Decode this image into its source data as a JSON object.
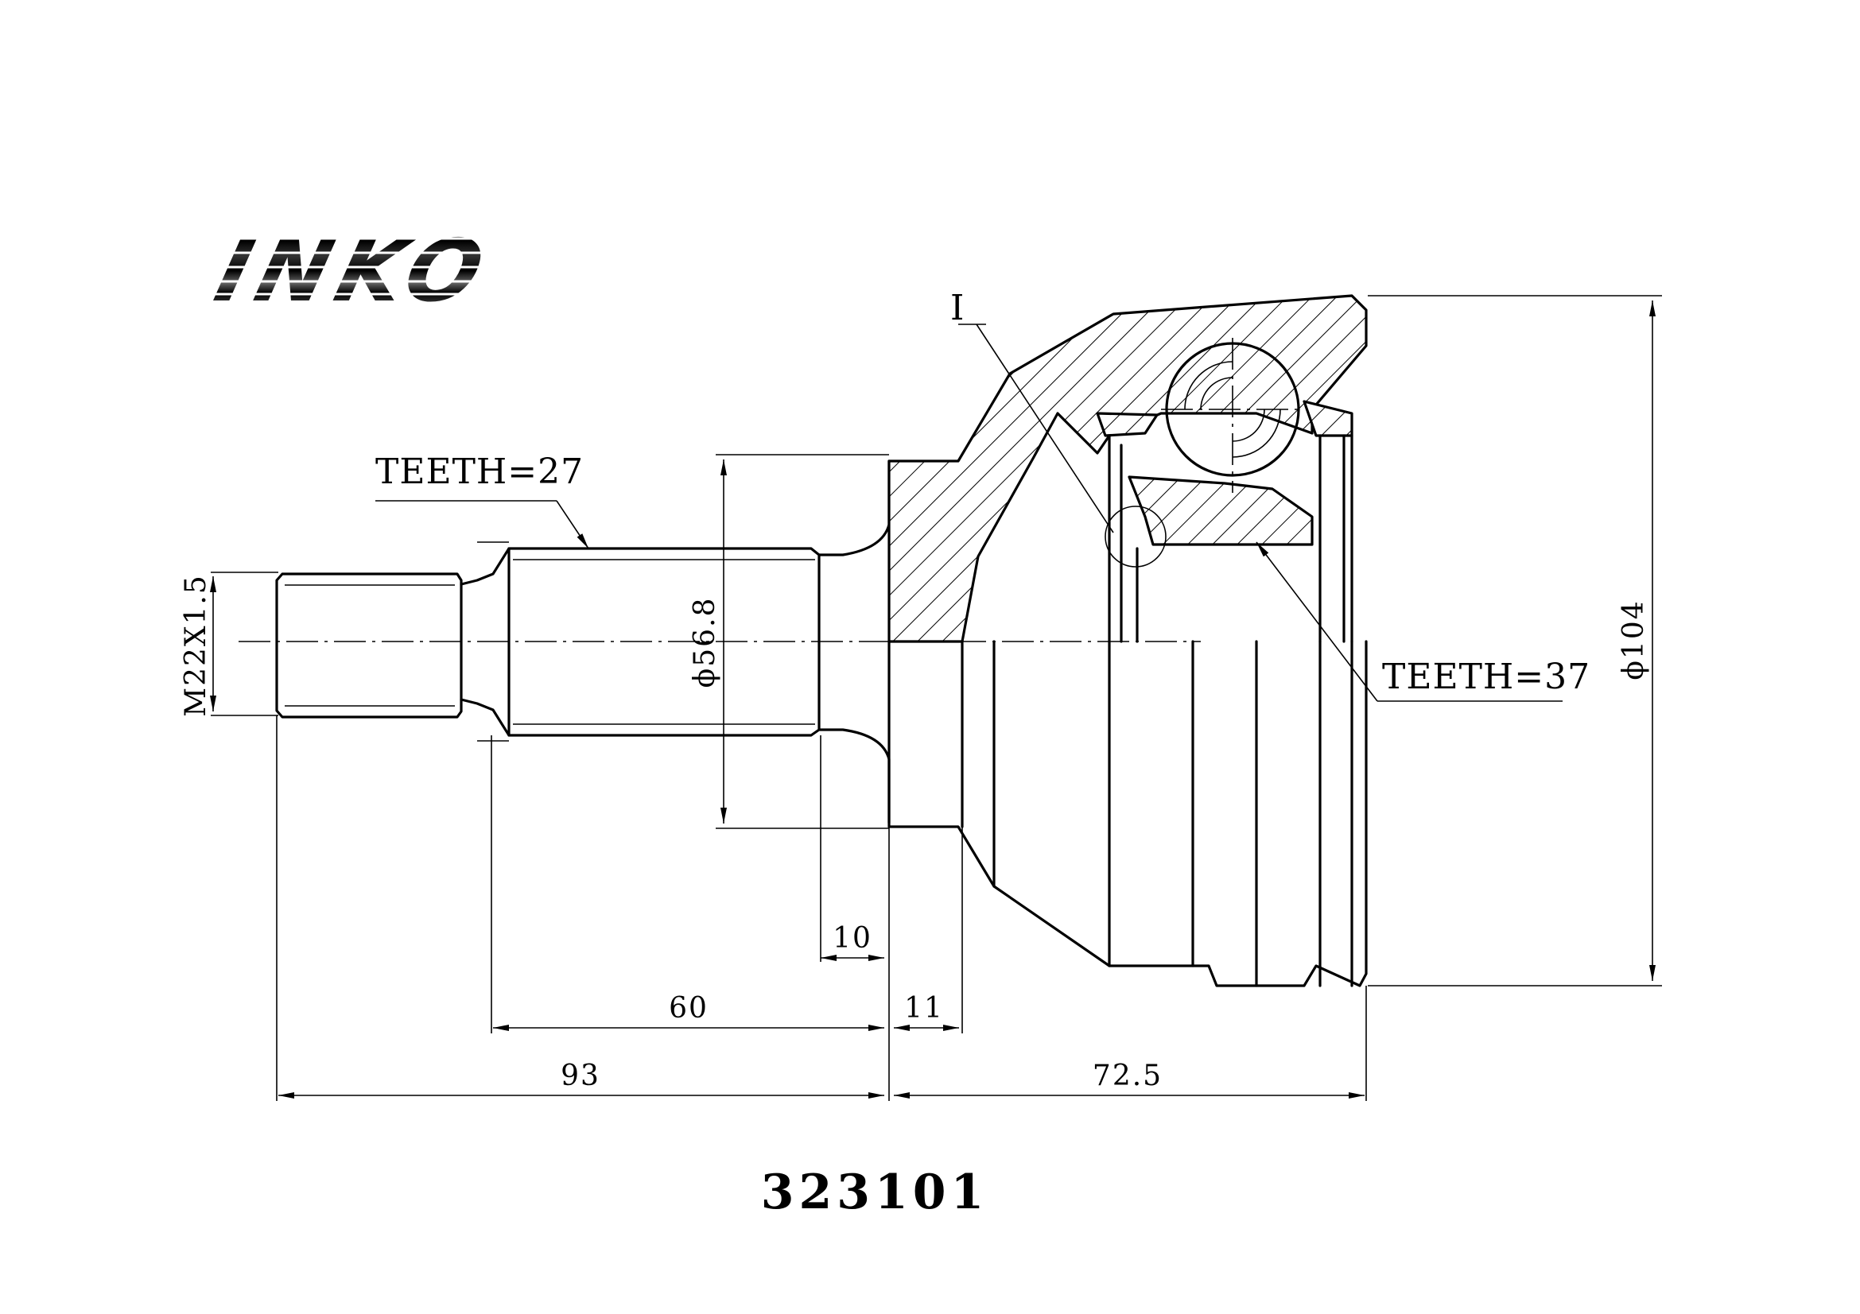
{
  "logo": {
    "text": "INKO"
  },
  "part_number": "323101",
  "callouts": {
    "spline_left": "TEETH=27",
    "spline_right": "TEETH=37",
    "detail_marker": "I"
  },
  "dimensions": {
    "thread": "M22X1.5",
    "spline_diameter": "ϕ56.8",
    "outer_diameter": "ϕ104",
    "collar_width": "10",
    "spline_length": "60",
    "flange_width": "11",
    "shaft_length": "93",
    "body_length": "72.5"
  },
  "colors": {
    "line": "#000000",
    "background": "#ffffff"
  }
}
